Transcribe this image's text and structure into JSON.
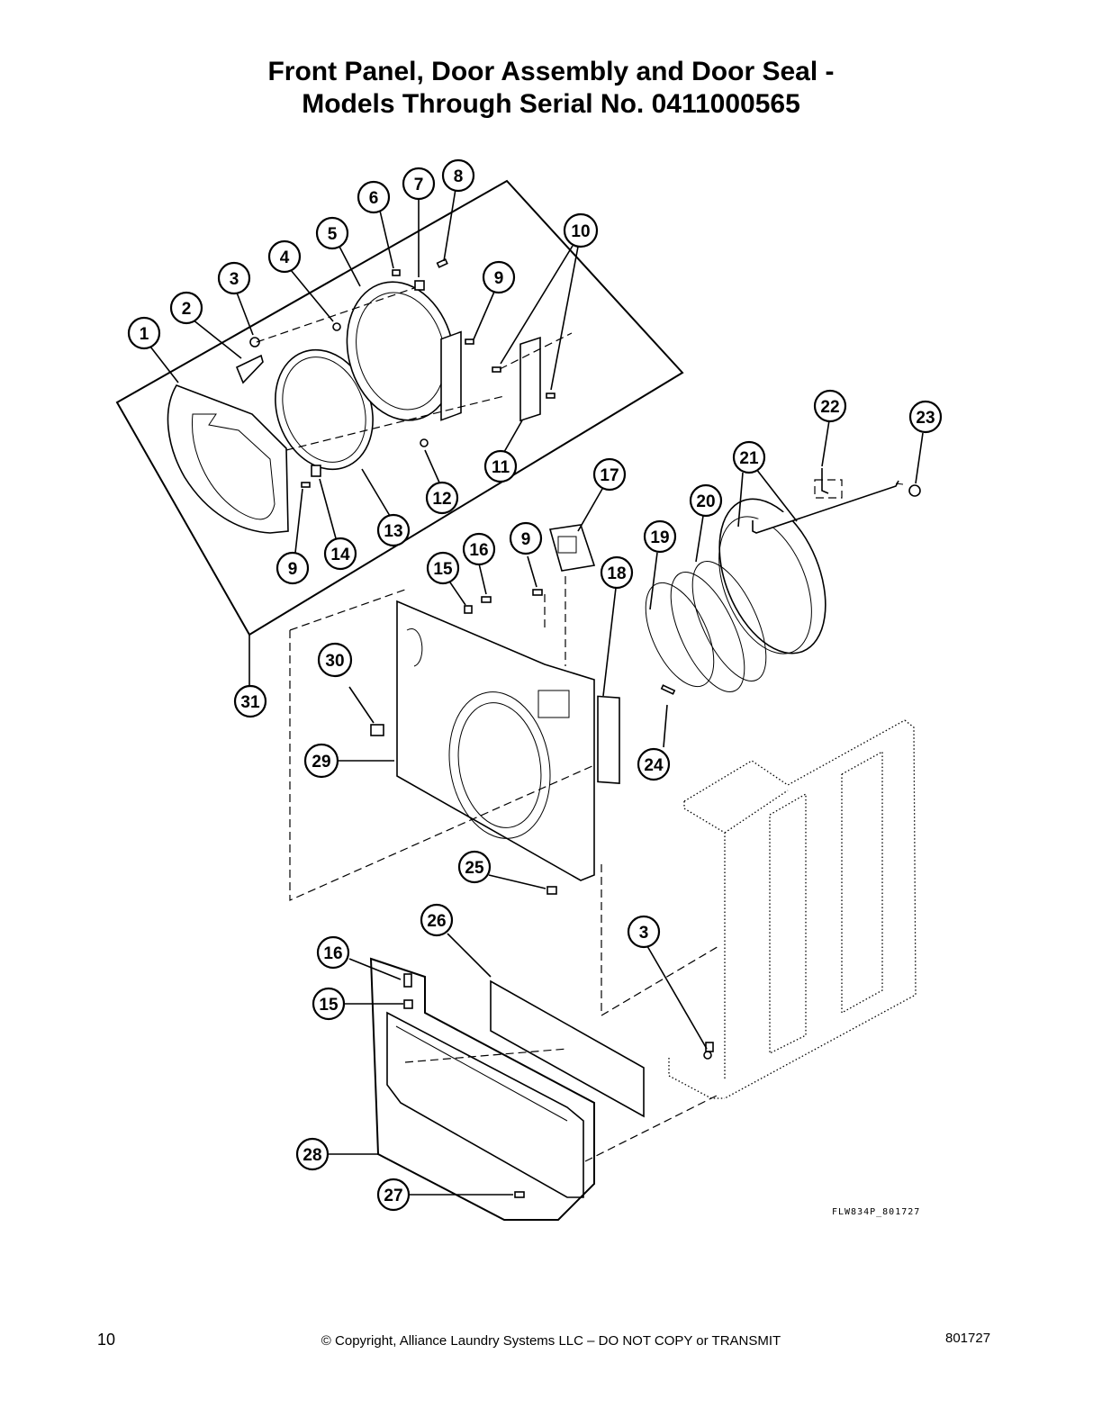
{
  "title": {
    "line1": "Front Panel, Door Assembly and Door Seal -",
    "line2": "Models Through Serial No. 0411000565"
  },
  "callouts": [
    "1",
    "2",
    "3",
    "4",
    "5",
    "6",
    "7",
    "8",
    "9",
    "10",
    "11",
    "12",
    "13",
    "9",
    "14",
    "15",
    "16",
    "9",
    "17",
    "18",
    "19",
    "20",
    "21",
    "22",
    "23",
    "24",
    "25",
    "26",
    "3",
    "16",
    "15",
    "27",
    "28",
    "29",
    "30",
    "31"
  ],
  "drawing_code": "FLW834P_801727",
  "footer": {
    "page_number": "10",
    "copyright": "© Copyright, Alliance Laundry Systems LLC – DO NOT COPY or TRANSMIT",
    "doc_number": "801727"
  }
}
